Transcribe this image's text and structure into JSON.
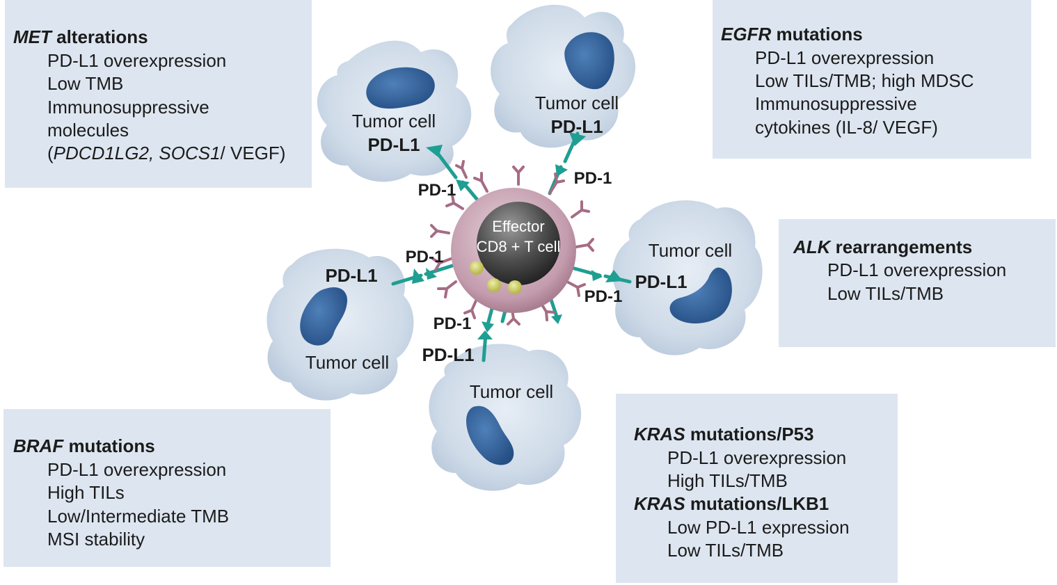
{
  "panels": {
    "met": {
      "title_gene": "MET",
      "title_rest": " alterations",
      "lines": [
        "PD-L1 overexpression",
        "Low TMB",
        "Immunosuppressive",
        "molecules"
      ],
      "last_line": {
        "open": "(",
        "gene1": "PDCD1LG2, SOCS1",
        "rest": "/ VEGF)"
      }
    },
    "egfr": {
      "title_gene": "EGFR",
      "title_rest": " mutations",
      "lines": [
        "PD-L1 overexpression",
        "Low TILs/TMB; high MDSC",
        "Immunosuppressive",
        "cytokines (IL-8/ VEGF)"
      ]
    },
    "alk": {
      "title_gene": "ALK",
      "title_rest": " rearrangements",
      "lines": [
        "PD-L1 overexpression",
        "Low TILs/TMB"
      ]
    },
    "braf": {
      "title_gene": "BRAF",
      "title_rest": " mutations",
      "lines": [
        "PD-L1 overexpression",
        "High TILs",
        "Low/Intermediate TMB",
        "MSI stability"
      ]
    },
    "kras": {
      "title1_gene": "KRAS",
      "title1_rest": " mutations/P53",
      "lines1": [
        "PD-L1 overexpression",
        "High TILs/TMB"
      ],
      "title2_gene": "KRAS",
      "title2_rest": " mutations/LKB1",
      "lines2": [
        "Low PD-L1 expression",
        "Low TILs/TMB"
      ]
    }
  },
  "diagram": {
    "tumor_cell_label": "Tumor cell",
    "pdl1_label": "PD-L1",
    "pd1_label": "PD-1",
    "effector_line1": "Effector",
    "effector_line2": "CD8 + T cell",
    "colors": {
      "panel_bg": "#dde6f0",
      "tumor_cell": "#cad7e6",
      "nucleus": "#2f5f9a",
      "tcell_outer": "#c9a6b6",
      "tcell_core": "#4a4a4a",
      "receptor_teal": "#1f9e92",
      "receptor_mauve": "#a66c84",
      "granule": "#c8c85a"
    }
  }
}
